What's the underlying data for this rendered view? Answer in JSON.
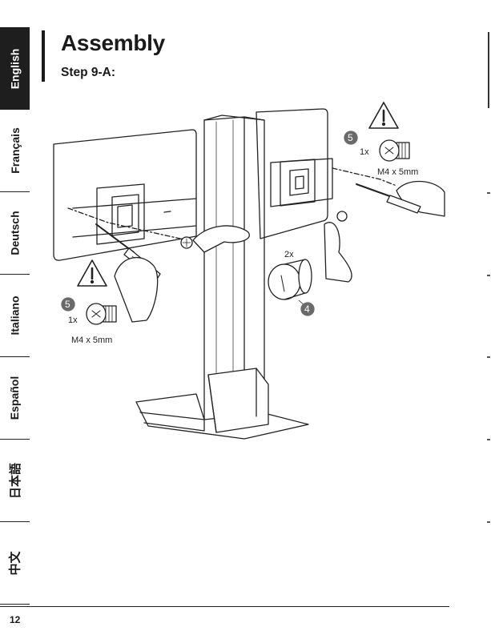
{
  "languages": [
    {
      "label": "English",
      "active": true
    },
    {
      "label": "Français",
      "active": false
    },
    {
      "label": "Deutsch",
      "active": false
    },
    {
      "label": "Italiano",
      "active": false
    },
    {
      "label": "Español",
      "active": false
    },
    {
      "label": "日本語",
      "active": false
    },
    {
      "label": "中文",
      "active": false
    }
  ],
  "header": {
    "title": "Assembly",
    "step": "Step 9-A:"
  },
  "illustration": {
    "part_right": {
      "number": "5",
      "quantity": "1x",
      "spec": "M4 x 5mm"
    },
    "part_left": {
      "number": "5",
      "quantity": "1x",
      "spec": "M4 x 5mm"
    },
    "knob": {
      "number": "4",
      "quantity": "2x"
    }
  },
  "footer": {
    "page_number": "12"
  },
  "colors": {
    "dark": "#1e1e1e",
    "line": "#222222",
    "badge": "#6a6a6a"
  }
}
